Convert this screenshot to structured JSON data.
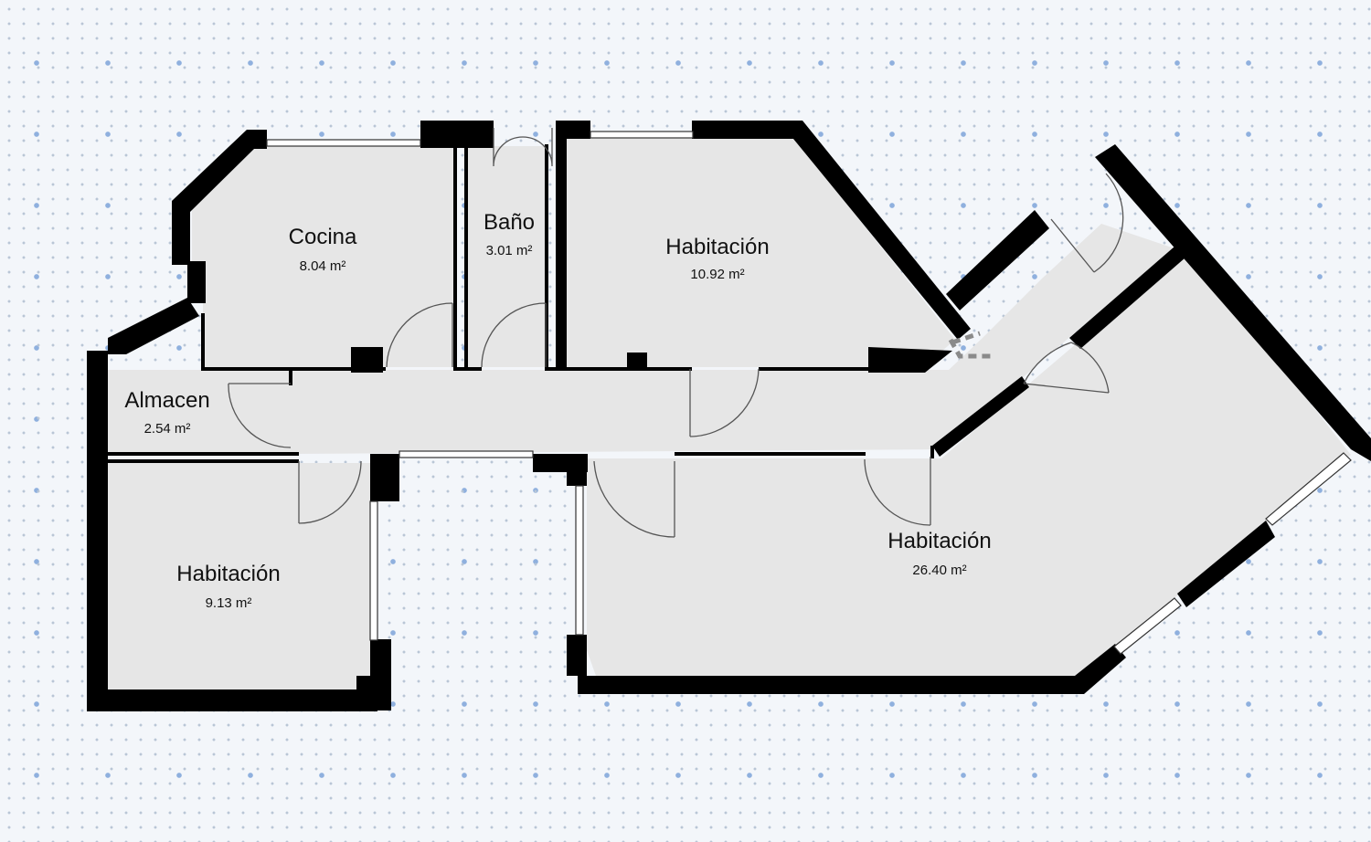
{
  "rooms": [
    {
      "name": "Cocina",
      "area": "8.04 m²"
    },
    {
      "name": "Baño",
      "area": "3.01 m²"
    },
    {
      "name": "Habitación",
      "area": "10.92 m²"
    },
    {
      "name": "Almacen",
      "area": "2.54 m²"
    },
    {
      "name": "Habitación",
      "area": "9.13 m²"
    },
    {
      "name": "Habitación",
      "area": "26.40 m²"
    }
  ],
  "colors": {
    "wall": "#000000",
    "floor": "#e6e6e6",
    "grid_dot": "#8fb0de"
  }
}
